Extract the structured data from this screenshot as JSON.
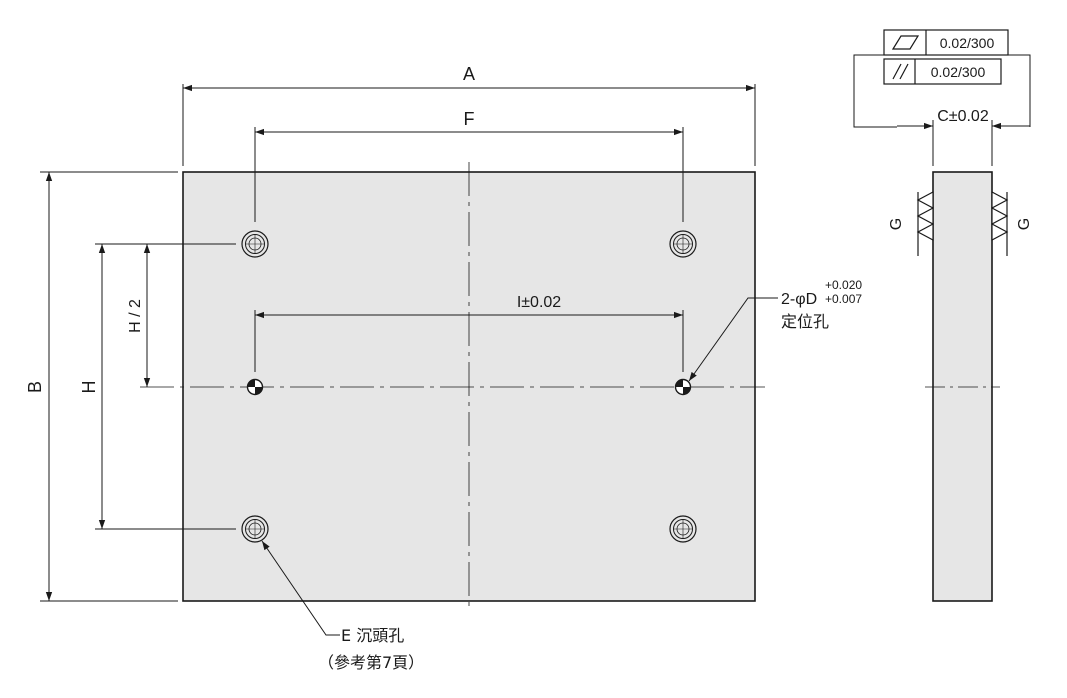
{
  "dimensions": {
    "a": "A",
    "b": "B",
    "f": "F",
    "h": "H",
    "h_half": "H / 2",
    "i": "I±0.02",
    "c": "C±0.02",
    "g_left": "G",
    "g_right": "G"
  },
  "tolerance_frames": {
    "flatness_value": "0.02/300",
    "parallelism_value": "0.02/300"
  },
  "callouts": {
    "dowel_count": "2-φD",
    "dowel_tol_upper": "+0.020",
    "dowel_tol_lower": "+0.007",
    "dowel_name": "定位孔",
    "counterbore_name": "E 沉頭孔",
    "counterbore_ref": "（參考第7頁）"
  },
  "colors": {
    "plate_fill": "#e6e6e6",
    "line": "#1a1a1a"
  }
}
